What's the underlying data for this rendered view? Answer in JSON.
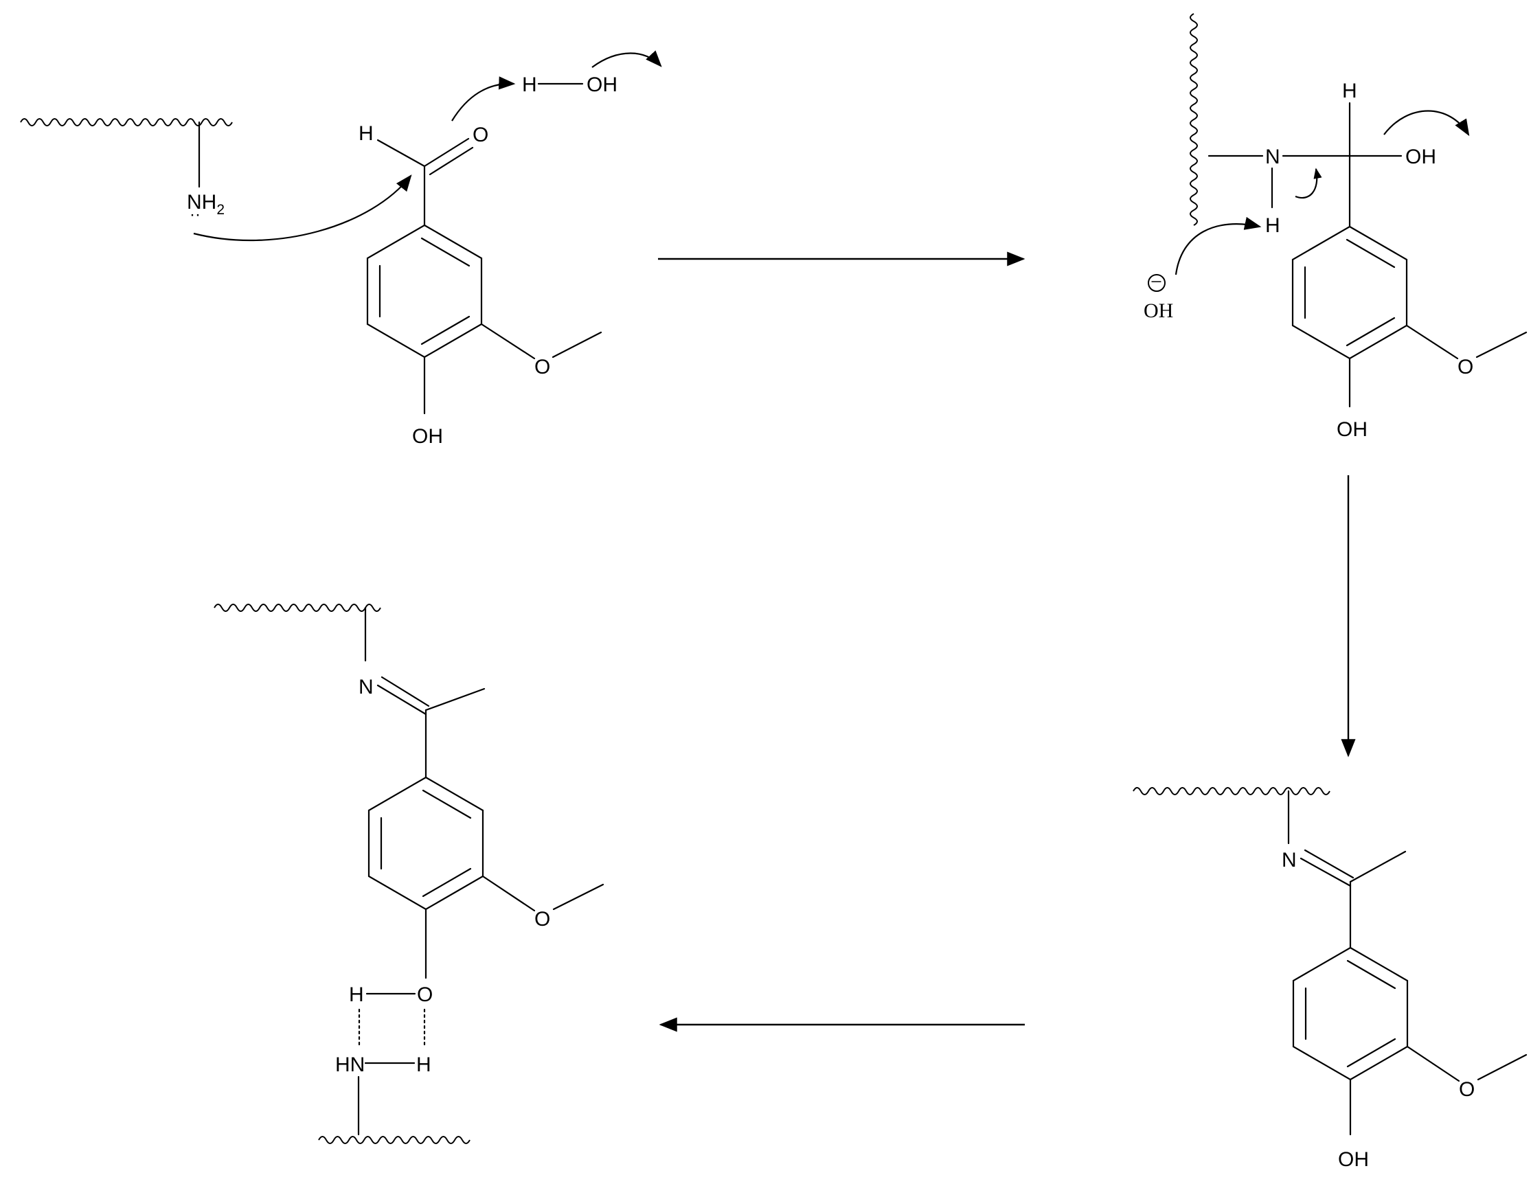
{
  "colors": {
    "ink": "#000000",
    "background": "#ffffff"
  },
  "structure1": {
    "amine": "NH",
    "amine_subscript": "2",
    "hydrogen": "H",
    "carbonyl_oxygen": "O",
    "water_h": "H",
    "water_oh": "OH",
    "methoxy_o": "O",
    "phenol": "OH"
  },
  "structure2": {
    "nitrogen": "N",
    "top_h": "H",
    "n_h": "H",
    "hydroxyl": "OH",
    "hydroxide": "OH",
    "hydroxide_charge": "−",
    "methoxy_o": "O",
    "phenol": "OH"
  },
  "structure3": {
    "nitrogen": "N",
    "methoxy_o": "O",
    "phenol": "OH"
  },
  "structure4": {
    "nitrogen": "N",
    "h_left": "H",
    "phenol_o": "O",
    "hn": "HN",
    "h_right": "H",
    "methoxy_o": "O"
  }
}
